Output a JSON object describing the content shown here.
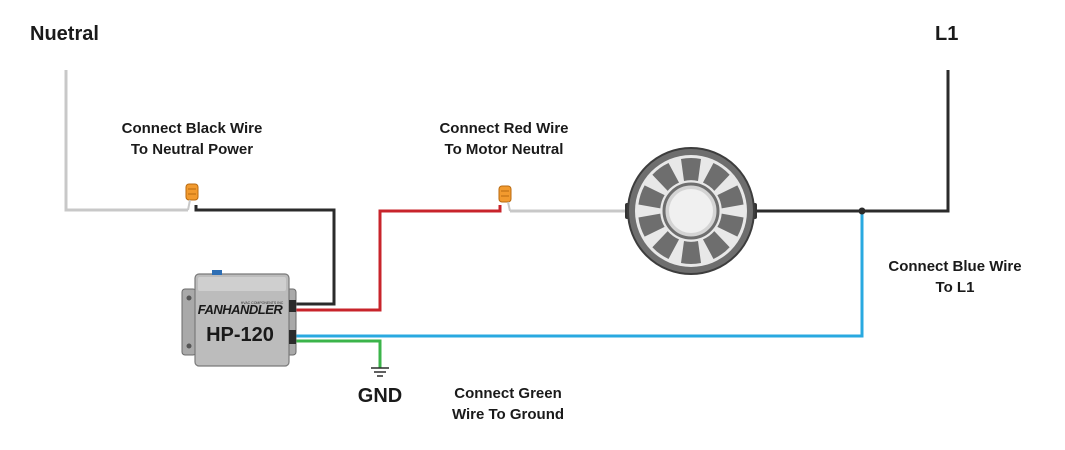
{
  "labels": {
    "neutral": "Nuetral",
    "l1": "L1",
    "black_wire": [
      "Connect Black Wire",
      "To Neutral Power"
    ],
    "red_wire": [
      "Connect Red Wire",
      "To Motor Neutral"
    ],
    "blue_wire": [
      "Connect Blue Wire",
      "To L1"
    ],
    "green_wire": [
      "Connect Green",
      "Wire To Ground"
    ],
    "gnd": "GND"
  },
  "controller": {
    "brand": "FANHANDLER",
    "tagline": "HVAC COMPONENTS INC",
    "model": "HP-120"
  },
  "colors": {
    "neutral_wire": "#c8c8c8",
    "black_wire": "#2b2b2b",
    "red_wire": "#c8242b",
    "blue_wire": "#29a9e0",
    "green_wire": "#3bb44a",
    "wire_nut": "#f29a2e",
    "controller_body": "#bcbcbc",
    "motor_body": "#6e6e6e"
  }
}
